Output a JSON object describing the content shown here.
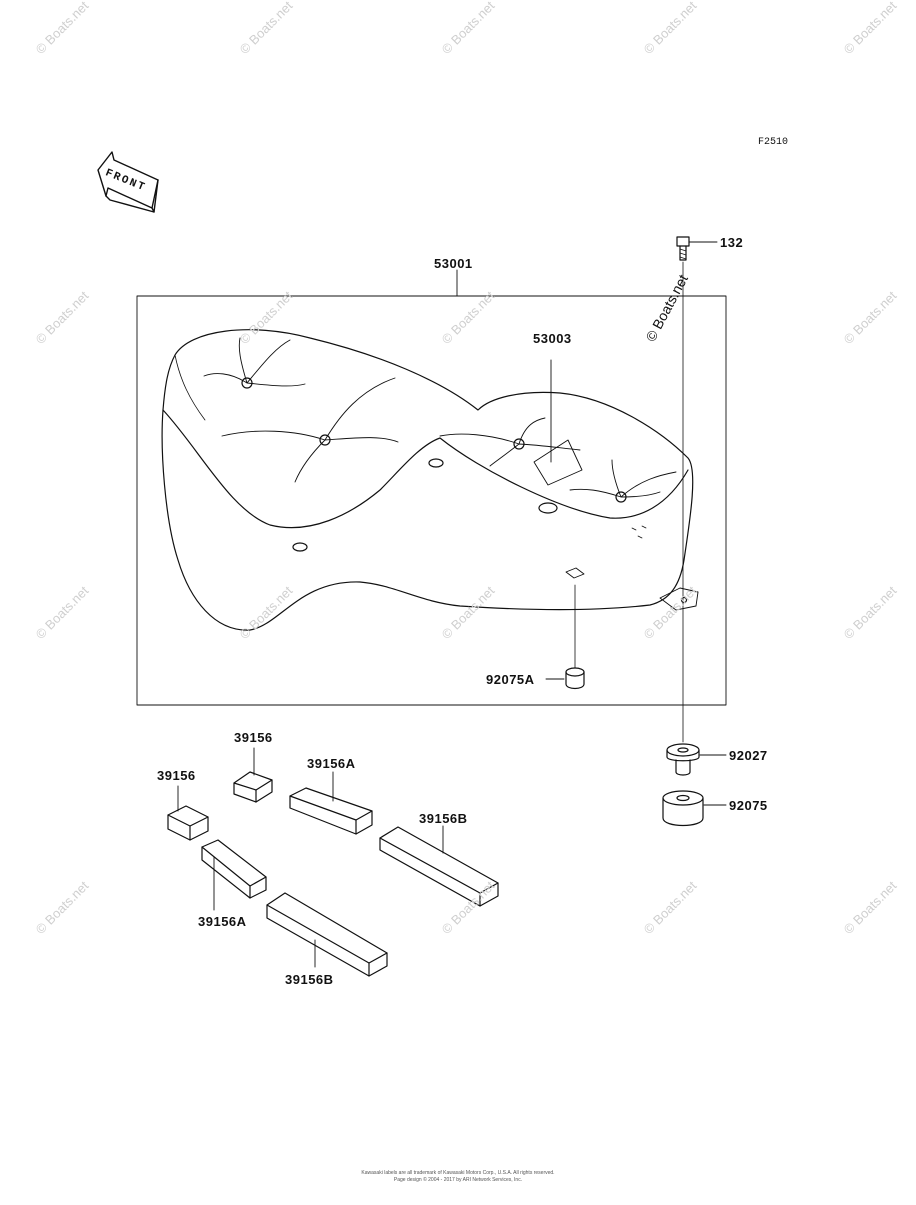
{
  "figure_code": "F2510",
  "front_label": "FRONT",
  "watermark": "© Boats.net",
  "callouts": {
    "seat_assembly": "53001",
    "seat_label": "53003",
    "bolt": "132",
    "nut_seat": "92075A",
    "collar": "92027",
    "damper": "92075",
    "pad_small_1": "39156",
    "pad_small_2": "39156",
    "pad_medium_1": "39156A",
    "pad_medium_2": "39156A",
    "pad_long_1": "39156B",
    "pad_long_2": "39156B"
  },
  "footer": {
    "line1": "Kawasaki labels are all trademark of Kawasaki Motors Corp., U.S.A.  All rights reserved.",
    "line2": "Page design © 2004 - 2017 by ARI Network Services, Inc."
  }
}
